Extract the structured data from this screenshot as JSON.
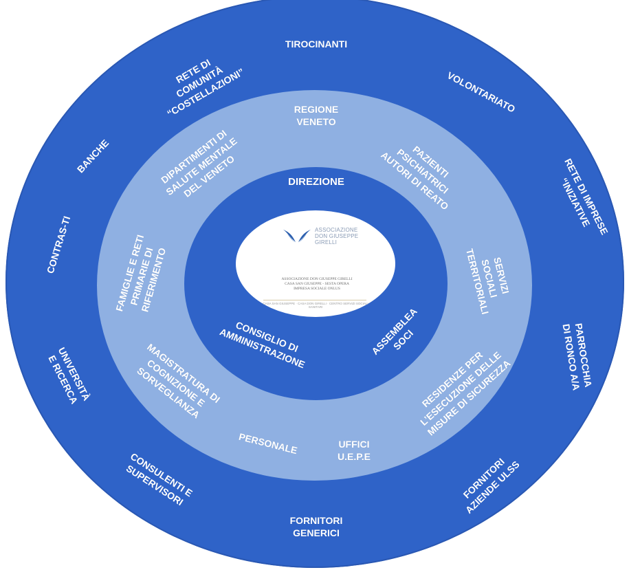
{
  "outer_ring": {
    "tirocinanti": "TIROCINANTI",
    "rete_comunita": [
      "RETE DI",
      "COMUNITÀ",
      "“COSTELLAZIONI”"
    ],
    "volontariato": "VOLONTARIATO",
    "banche": "BANCHE",
    "rete_imprese": [
      "RETE DI IMPRESE",
      "“INIZIATIVE"
    ],
    "contrasti": "CONTRAS-TI",
    "parrocchia": [
      "PARROCCHIA",
      "DI RONCO A/A"
    ],
    "universita": [
      "UNIVERSITÀ",
      "E RICERCA"
    ],
    "consulenti": [
      "CONSULENTI E",
      "SUPERVISORI"
    ],
    "fornitori_ulss": [
      "FORNITORI",
      "AZIENDE ULSS"
    ],
    "fornitori_generici": [
      "FORNITORI",
      "GENERICI"
    ]
  },
  "middle_ring": {
    "regione": [
      "REGIONE",
      "VENETO"
    ],
    "dipartimenti": [
      "DIPARTIMENTI DI",
      "SALUTE MENTALE",
      "DEL VENETO"
    ],
    "pazienti": [
      "PAZIENTI",
      "PSICHIATRICI",
      "AUTORI DI REATO"
    ],
    "famiglie": [
      "FAMIGLIE E RETI",
      "PRIMARIE DI",
      "RIFERIMENTO"
    ],
    "servizi": [
      "SERVIZI",
      "SOCIALI",
      "TERRITORIALI"
    ],
    "magistratura": [
      "MAGISTRATURA DI",
      "COGNIZIONE E",
      "SORVEGLIANZA"
    ],
    "residenze": [
      "RESIDENZE PER",
      "L’ESECUZIONE DELLE",
      "MISURE DI SICUREZZA"
    ],
    "personale": "PERSONALE",
    "uffici": [
      "UFFICI",
      "U.E.P.E"
    ]
  },
  "inner_ring": {
    "direzione": "DIREZIONE",
    "consiglio": [
      "CONSIGLIO DI",
      "AMMINISTRAZIONE"
    ],
    "assemblea": [
      "ASSEMBLEA",
      "SOCI"
    ]
  },
  "center": {
    "logo_lines": [
      "ASSOCIAZIONE",
      "DON GIUSEPPE",
      "GIRELLI"
    ],
    "text_lines": [
      "ASSOCIAZIONE DON GIUSEPPE GIRELLI",
      "CASA SAN GIUSEPPE - SESTA OPERA",
      "IMPRESA SOCIALE ONLUS"
    ],
    "footer": "CASA SAN GIUSEPPE · CASA DON GIRELLI · CENTRO SERVIZI SOCIALI SANITARI"
  },
  "colors": {
    "outer": "#2f63c8",
    "middle": "#8fb0e2",
    "inner": "#2f63c8",
    "center": "#ffffff",
    "text": "#ffffff"
  }
}
